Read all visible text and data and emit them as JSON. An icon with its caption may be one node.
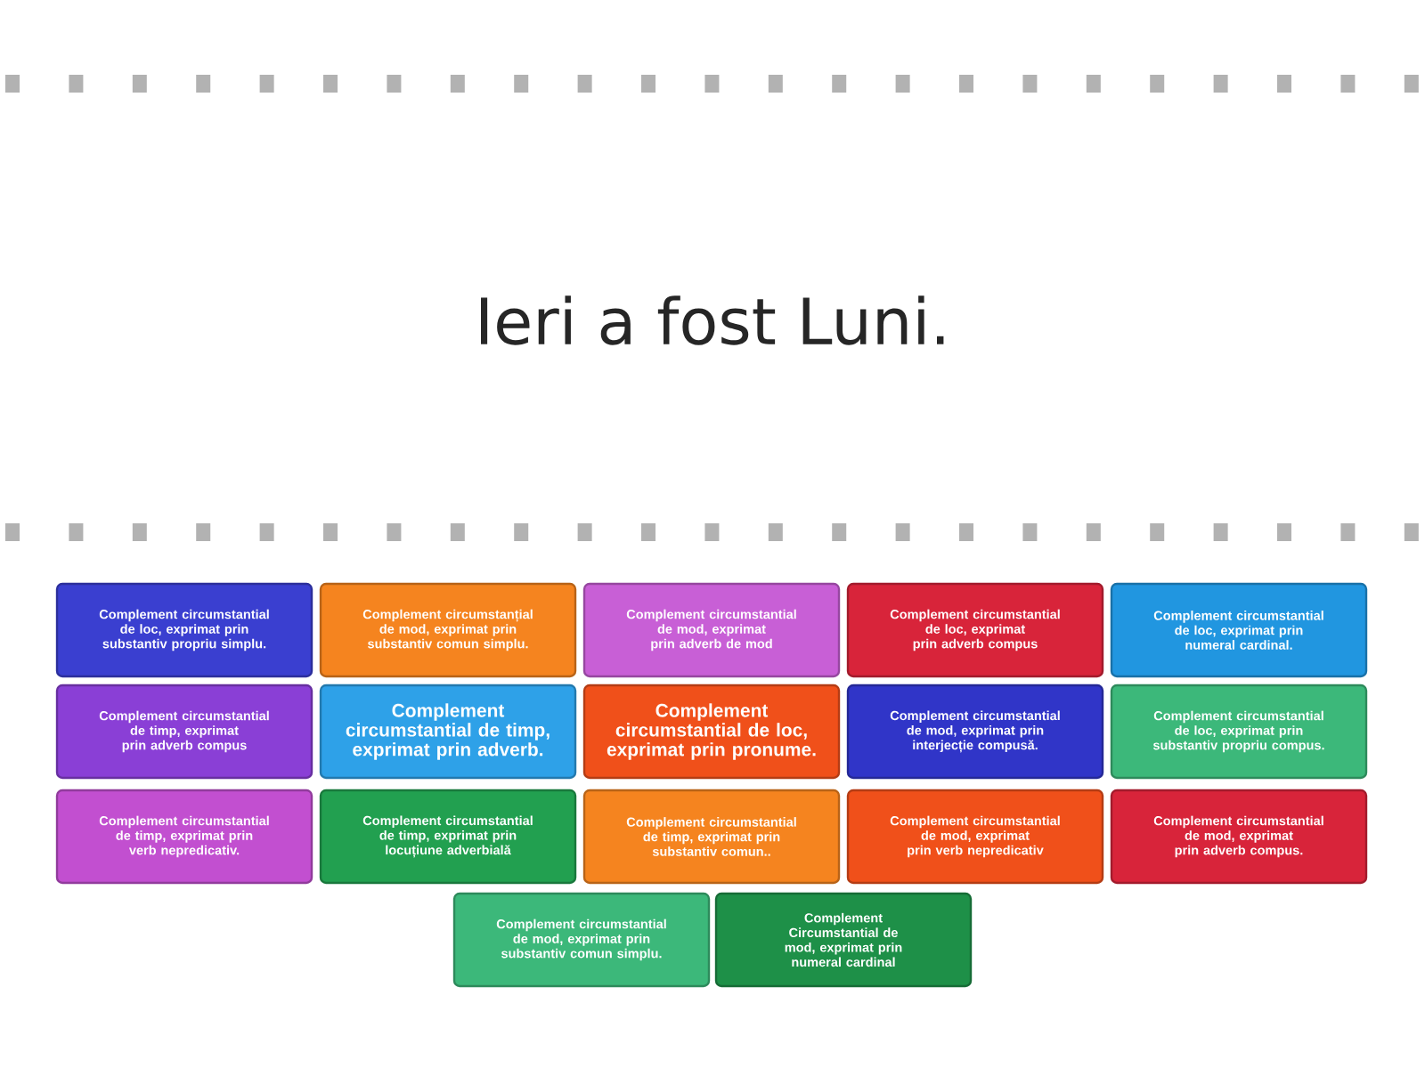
{
  "diagram": {
    "nodes": [
      {
        "text": [
          "Complement circumstantial de loc, exprimat prin substantiv propriu simplu."
        ]
      },
      {
        "text": [
          "Complement circumstanțial de mod, exprimat prin substantiv comun simplu."
        ]
      },
      {
        "text": [
          "Complement circumstantial de mod, exprimat prin adverb de mod"
        ]
      },
      {
        "text": [
          "Complement circumstantial de loc, exprimat prin adverb compus"
        ]
      },
      {
        "text": [
          "Complement circumstantial de loc, exprimat prin numeral cardinal."
        ]
      },
      {
        "text": [
          "Complement circumstantial de timp, exprimat prin adverb compus"
        ]
      },
      {
        "text": [
          "Complement circumstantial de timp, exprimat prin adverb."
        ]
      },
      {
        "text": [
          "Complement circumstantial de loc, exprimat prin pronume."
        ]
      },
      {
        "text": [
          "Complement circumstantial de mod, exprimat prin interjecție compusă."
        ]
      },
      {
        "text": [
          "Complement circumstantial de loc, exprimat prin substantiv propriu compus."
        ]
      },
      {
        "text": [
          "Complement circumstantial de timp, exprimat prin verb nepredicativ."
        ]
      },
      {
        "text": [
          "Complement circumstantial de timp, exprimat prin locuțiune adverbială"
        ]
      },
      {
        "text": [
          "Complement circumstantial de timp, exprimat prin substantiv comun.."
        ]
      },
      {
        "text": [
          "Complement circumstantial de mod, exprimat prin verb nepredicativ"
        ]
      },
      {
        "text": [
          "Complement circumstantial de mod, exprimat prin adverb compus."
        ]
      },
      {
        "text": [
          "Complement circumstantial de mod, exprimat prin substantiv comun simplu."
        ]
      },
      {
        "text": [
          "Complement Circumstantial de mod, exprimat prin numeral cardinal"
        ]
      }
    ],
    "labels": [
      "Ieri a fost Luni."
    ]
  }
}
